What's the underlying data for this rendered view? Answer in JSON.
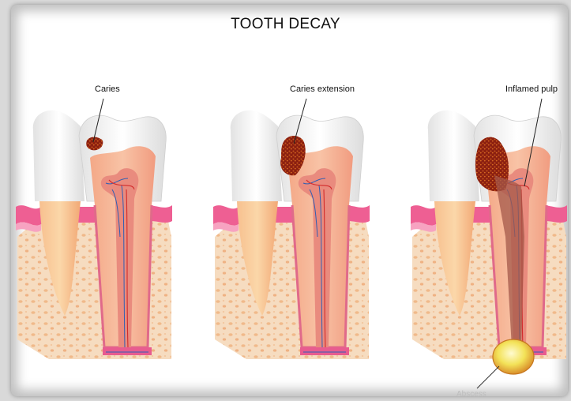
{
  "diagram": {
    "title": "TOOTH DECAY",
    "stages": [
      {
        "label": "Caries"
      },
      {
        "label": "Caries extension"
      },
      {
        "label": "Inflamed pulp"
      }
    ],
    "bottom_label": "Abscess",
    "colors": {
      "enamel": "#f4f4f4",
      "dentin": "#f6b48a",
      "pulp": "#e98b7e",
      "gum": "#ee5f93",
      "bone": "#f7d9b8",
      "decay": "#9a2c12",
      "abscess": "#f5e75a"
    }
  }
}
